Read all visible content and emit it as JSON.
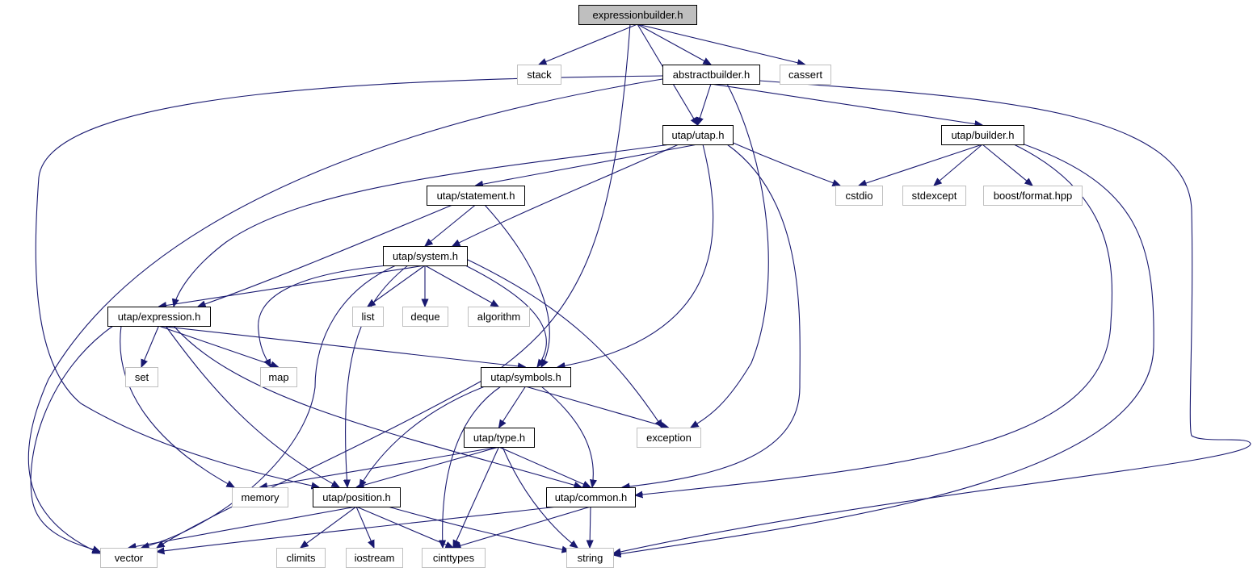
{
  "graph": {
    "colors": {
      "edge": "#191970",
      "root_fill": "#bfbfbf",
      "local_border": "#000000",
      "external_border": "#bfbfbf"
    },
    "nodes": [
      {
        "id": "expressionbuilder",
        "label": "expressionbuilder.h",
        "kind": "root"
      },
      {
        "id": "stack",
        "label": "stack",
        "kind": "external"
      },
      {
        "id": "abstractbuilder",
        "label": "abstractbuilder.h",
        "kind": "local"
      },
      {
        "id": "cassert",
        "label": "cassert",
        "kind": "external"
      },
      {
        "id": "utap",
        "label": "utap/utap.h",
        "kind": "local"
      },
      {
        "id": "builder",
        "label": "utap/builder.h",
        "kind": "local"
      },
      {
        "id": "statement",
        "label": "utap/statement.h",
        "kind": "local"
      },
      {
        "id": "cstdio",
        "label": "cstdio",
        "kind": "external"
      },
      {
        "id": "stdexcept",
        "label": "stdexcept",
        "kind": "external"
      },
      {
        "id": "boostformat",
        "label": "boost/format.hpp",
        "kind": "external"
      },
      {
        "id": "system",
        "label": "utap/system.h",
        "kind": "local"
      },
      {
        "id": "expression",
        "label": "utap/expression.h",
        "kind": "local"
      },
      {
        "id": "list",
        "label": "list",
        "kind": "external"
      },
      {
        "id": "deque",
        "label": "deque",
        "kind": "external"
      },
      {
        "id": "algorithm",
        "label": "algorithm",
        "kind": "external"
      },
      {
        "id": "set",
        "label": "set",
        "kind": "external"
      },
      {
        "id": "map",
        "label": "map",
        "kind": "external"
      },
      {
        "id": "symbols",
        "label": "utap/symbols.h",
        "kind": "local"
      },
      {
        "id": "exception",
        "label": "exception",
        "kind": "external"
      },
      {
        "id": "type",
        "label": "utap/type.h",
        "kind": "local"
      },
      {
        "id": "memory",
        "label": "memory",
        "kind": "external"
      },
      {
        "id": "position",
        "label": "utap/position.h",
        "kind": "local"
      },
      {
        "id": "common",
        "label": "utap/common.h",
        "kind": "local"
      },
      {
        "id": "vector",
        "label": "vector",
        "kind": "external"
      },
      {
        "id": "climits",
        "label": "climits",
        "kind": "external"
      },
      {
        "id": "iostream",
        "label": "iostream",
        "kind": "external"
      },
      {
        "id": "cinttypes",
        "label": "cinttypes",
        "kind": "external"
      },
      {
        "id": "string",
        "label": "string",
        "kind": "external"
      }
    ],
    "edges": [
      {
        "from": "expressionbuilder",
        "to": "stack"
      },
      {
        "from": "expressionbuilder",
        "to": "abstractbuilder"
      },
      {
        "from": "expressionbuilder",
        "to": "cassert"
      },
      {
        "from": "expressionbuilder",
        "to": "utap"
      },
      {
        "from": "expressionbuilder",
        "to": "vector"
      },
      {
        "from": "abstractbuilder",
        "to": "utap"
      },
      {
        "from": "abstractbuilder",
        "to": "builder"
      },
      {
        "from": "abstractbuilder",
        "to": "exception"
      },
      {
        "from": "abstractbuilder",
        "to": "vector"
      },
      {
        "from": "abstractbuilder",
        "to": "position"
      },
      {
        "from": "abstractbuilder",
        "to": "string"
      },
      {
        "from": "utap",
        "to": "statement"
      },
      {
        "from": "utap",
        "to": "expression"
      },
      {
        "from": "utap",
        "to": "system"
      },
      {
        "from": "utap",
        "to": "cstdio"
      },
      {
        "from": "utap",
        "to": "symbols"
      },
      {
        "from": "utap",
        "to": "common"
      },
      {
        "from": "builder",
        "to": "cstdio"
      },
      {
        "from": "builder",
        "to": "stdexcept"
      },
      {
        "from": "builder",
        "to": "boostformat"
      },
      {
        "from": "builder",
        "to": "common"
      },
      {
        "from": "builder",
        "to": "string"
      },
      {
        "from": "statement",
        "to": "system"
      },
      {
        "from": "statement",
        "to": "expression"
      },
      {
        "from": "statement",
        "to": "symbols"
      },
      {
        "from": "system",
        "to": "expression"
      },
      {
        "from": "system",
        "to": "list"
      },
      {
        "from": "system",
        "to": "deque"
      },
      {
        "from": "system",
        "to": "algorithm"
      },
      {
        "from": "system",
        "to": "map"
      },
      {
        "from": "system",
        "to": "vector"
      },
      {
        "from": "system",
        "to": "position"
      },
      {
        "from": "system",
        "to": "symbols"
      },
      {
        "from": "system",
        "to": "exception"
      },
      {
        "from": "expression",
        "to": "set"
      },
      {
        "from": "expression",
        "to": "map"
      },
      {
        "from": "expression",
        "to": "symbols"
      },
      {
        "from": "expression",
        "to": "vector"
      },
      {
        "from": "expression",
        "to": "memory"
      },
      {
        "from": "expression",
        "to": "position"
      },
      {
        "from": "expression",
        "to": "common"
      },
      {
        "from": "symbols",
        "to": "type"
      },
      {
        "from": "symbols",
        "to": "exception"
      },
      {
        "from": "symbols",
        "to": "position"
      },
      {
        "from": "symbols",
        "to": "common"
      },
      {
        "from": "symbols",
        "to": "cinttypes"
      },
      {
        "from": "type",
        "to": "memory"
      },
      {
        "from": "type",
        "to": "position"
      },
      {
        "from": "type",
        "to": "common"
      },
      {
        "from": "type",
        "to": "cinttypes"
      },
      {
        "from": "type",
        "to": "string"
      },
      {
        "from": "position",
        "to": "vector"
      },
      {
        "from": "position",
        "to": "climits"
      },
      {
        "from": "position",
        "to": "iostream"
      },
      {
        "from": "position",
        "to": "cinttypes"
      },
      {
        "from": "position",
        "to": "string"
      },
      {
        "from": "common",
        "to": "vector"
      },
      {
        "from": "common",
        "to": "cinttypes"
      },
      {
        "from": "common",
        "to": "string"
      }
    ]
  }
}
